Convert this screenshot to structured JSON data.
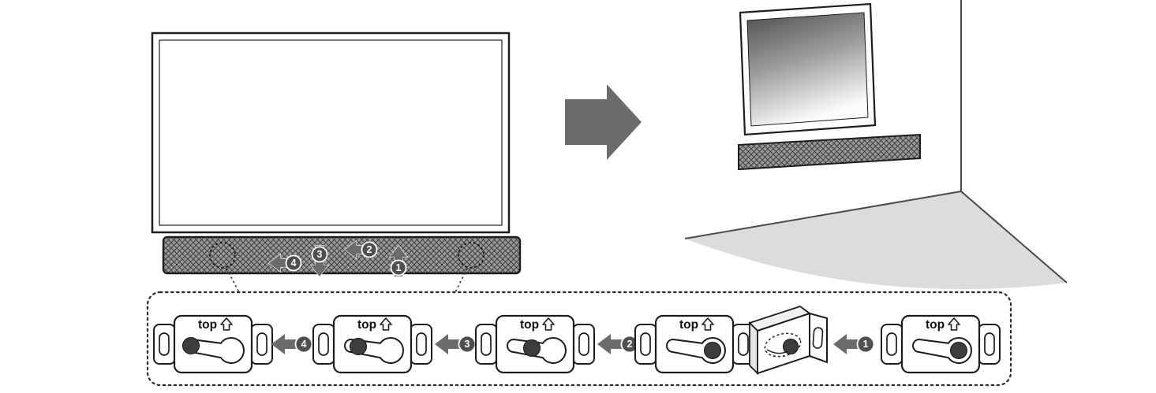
{
  "diagram": {
    "bracket_label": "top",
    "soundbar_steps": [
      "1",
      "2",
      "3",
      "4"
    ],
    "panel_steps": [
      "4",
      "3",
      "2",
      "1"
    ],
    "colors": {
      "arrow": "#6b6b6b",
      "badge": "#4f4f4f",
      "outline": "#1d1d1d",
      "floor": "#dcdcdc",
      "screw": "#3d3d3d",
      "soundbar_base": "#9a9a9a",
      "soundbar_hatch": "#3f3f3f"
    }
  }
}
